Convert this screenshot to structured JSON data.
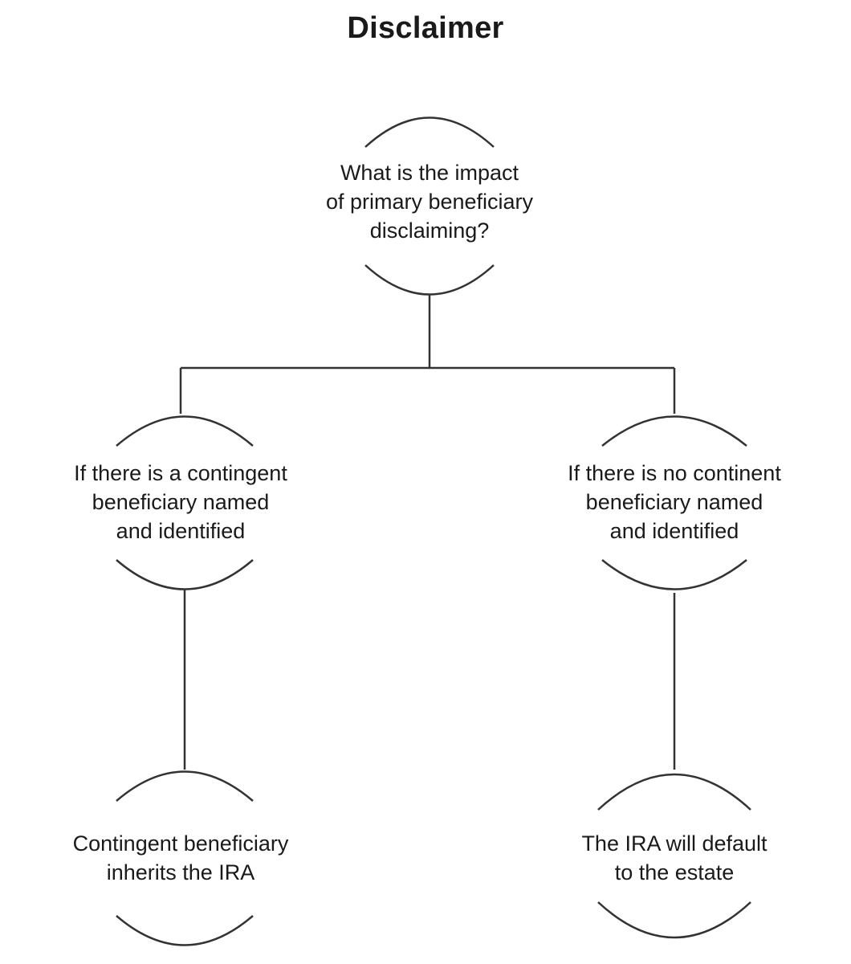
{
  "title": "Disclaimer",
  "nodes": {
    "root": {
      "lines": [
        "What is the impact",
        "of primary beneficiary",
        "disclaiming?"
      ]
    },
    "left_condition": {
      "lines": [
        "If there is a contingent",
        "beneficiary named",
        "and identified"
      ]
    },
    "right_condition": {
      "lines": [
        "If there is no continent",
        "beneficiary named",
        "and identified"
      ]
    },
    "left_outcome": {
      "lines": [
        "Contingent beneficiary",
        "inherits the IRA"
      ]
    },
    "right_outcome": {
      "lines": [
        "The IRA will default",
        "to the estate"
      ]
    }
  },
  "colors": {
    "stroke": "#333333",
    "text": "#1a1a1a",
    "background": "#ffffff"
  }
}
